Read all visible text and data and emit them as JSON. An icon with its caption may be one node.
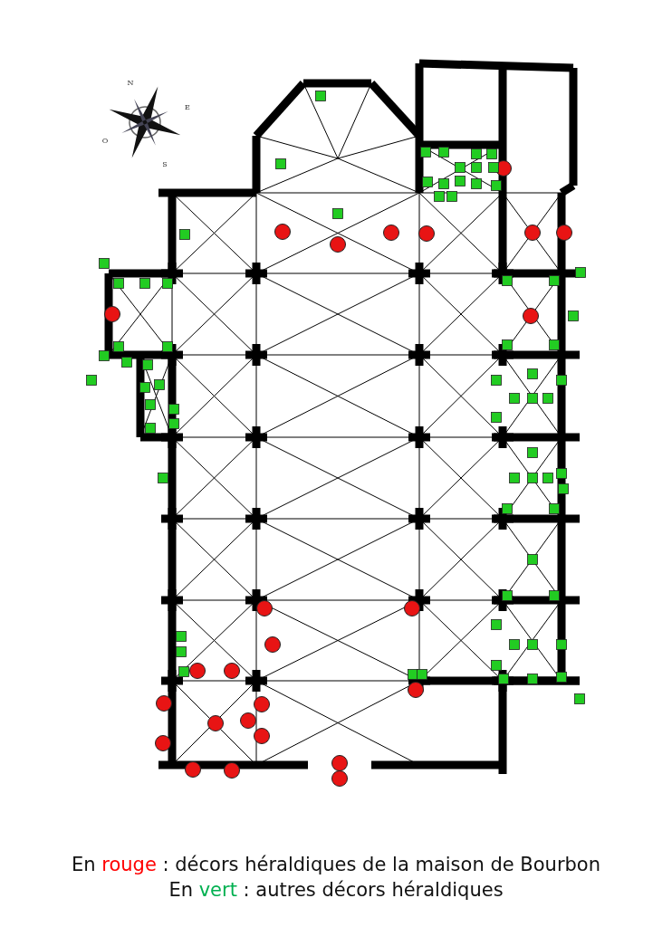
{
  "diagram": {
    "labels": [
      "N",
      "E",
      "S",
      "O"
    ],
    "legend": [
      {
        "text": "En rouge : décors héraldiques de la maison de Bourbon",
        "color": "#ff0000"
      },
      {
        "text": "En vert : autres décors héraldiques",
        "color": "#00b050"
      }
    ]
  }
}
